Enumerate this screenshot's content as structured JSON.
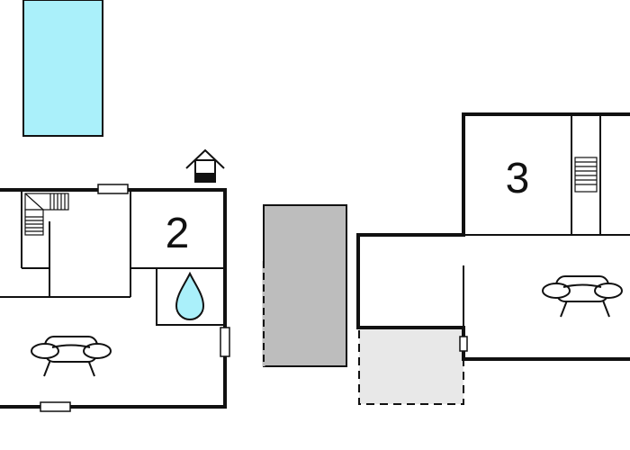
{
  "plan": {
    "rooms": [
      {
        "id": "bedroom-left",
        "label": "2"
      },
      {
        "id": "bedroom-right",
        "label": "3"
      }
    ],
    "features": {
      "pool": {
        "icon": "swimming-pool",
        "color": "#aaf0fa"
      },
      "bathroom": {
        "icon": "water-drop-icon",
        "color": "#aaf0fa"
      },
      "living_left": {
        "icon": "sofa-icon"
      },
      "living_right": {
        "icon": "sofa-icon"
      },
      "house_marker": {
        "icon": "house-icon"
      },
      "stairs": {
        "icon": "stairs-icon"
      },
      "carport": {
        "color": "#bdbdbd"
      },
      "terrace": {
        "color": "#e8e8e8"
      }
    },
    "colors": {
      "wall": "#111111",
      "pool": "#aaf0fa",
      "carport": "#bdbdbd",
      "terrace": "#e8e8e8"
    }
  }
}
